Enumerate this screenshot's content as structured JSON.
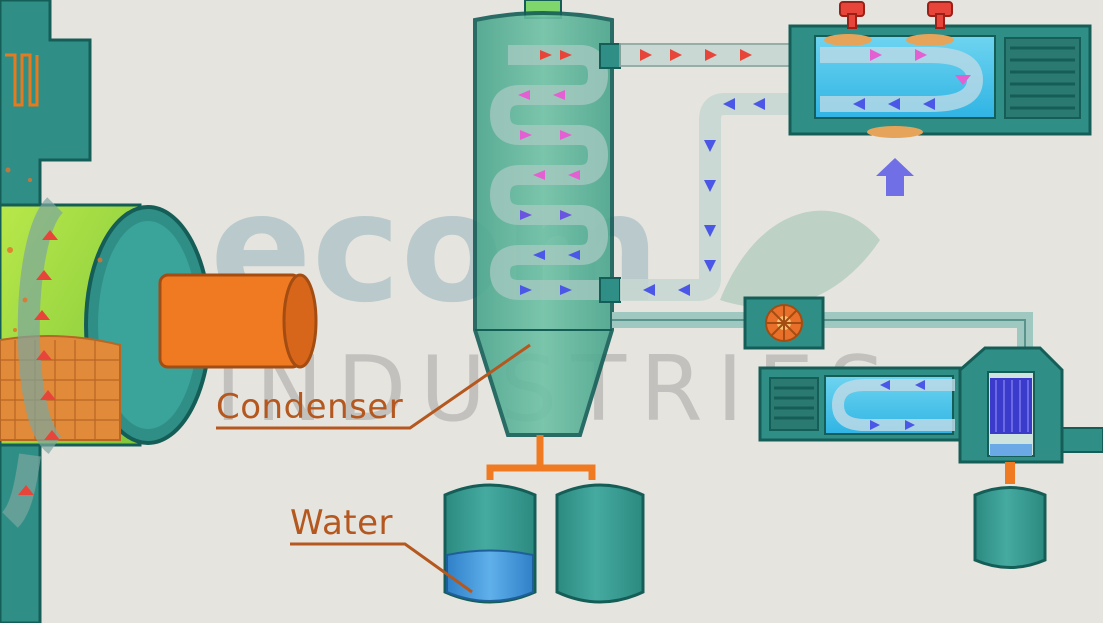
{
  "labels": {
    "condenser": "Condenser",
    "water": "Water"
  },
  "watermark": {
    "logo": "ecom",
    "subtitle": "INDUSTRIES"
  },
  "colors": {
    "background": "#e6e4df",
    "equipment_teal": "#2f8f86",
    "equipment_dark": "#1e6f69",
    "hot_flow": "#e8453a",
    "warm_flow": "#e45fd2",
    "cold_flow": "#4b57e6",
    "hot_gas": "#9ddc3f",
    "nozzle_orange": "#f07a22",
    "water_blue": "#3a8fd6",
    "callout_orange": "#b4581f"
  }
}
